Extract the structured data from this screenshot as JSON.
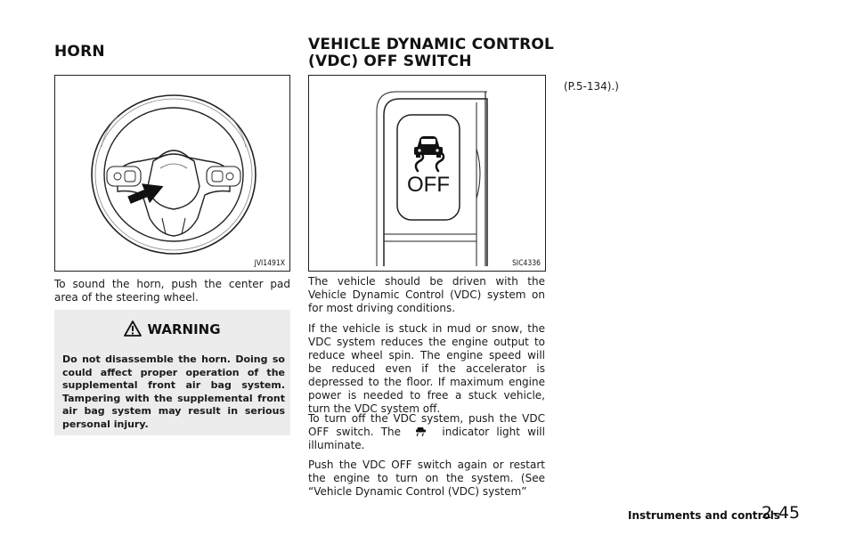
{
  "left": {
    "title": "HORN",
    "figure_code": "JVI1491X",
    "body": "To sound the horn, push the center pad area of the steering wheel.",
    "warning": {
      "heading": "WARNING",
      "text": "Do not disassemble the horn. Doing so could affect proper operation of the supplemental front air bag system. Tampering with the supplemental front air bag system may result in serious personal injury."
    }
  },
  "middle": {
    "title_line1": "VEHICLE DYNAMIC CONTROL",
    "title_line2": "(VDC) OFF SWITCH",
    "figure_code": "SIC4336",
    "switch_label": "OFF",
    "p1": "The vehicle should be driven with the Vehicle Dynamic Control (VDC) system on for most driving conditions.",
    "p2": "If the vehicle is stuck in mud or snow, the VDC system reduces the engine output to reduce wheel spin. The engine speed will be reduced even if the accelerator is depressed to the floor. If maximum engine power is needed to free a stuck vehicle, turn the VDC system off.",
    "p3_a": "To turn off the VDC system, push the VDC OFF switch. The",
    "p3_b": "indicator light will illuminate.",
    "p4": "Push the VDC OFF switch again or restart the engine to turn on the system. (See “Vehicle Dynamic Control (VDC) system”"
  },
  "right": {
    "continuation": "(P.5-134).)"
  },
  "footer": {
    "label": "Instruments and controls",
    "page": "2-45"
  }
}
